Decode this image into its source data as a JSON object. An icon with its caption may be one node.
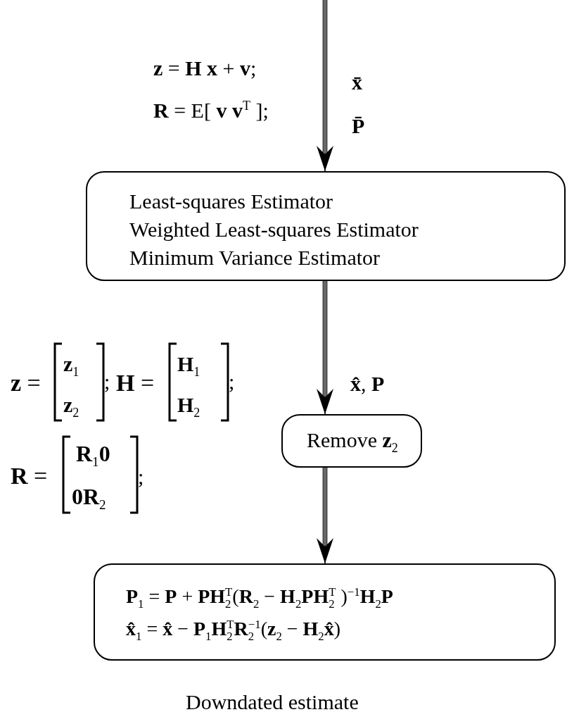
{
  "diagram": {
    "nodes": [
      {
        "text": [
          "Least-squares Estimator",
          "Weighted Least-squares Estimator",
          "Minimum Variance Estimator"
        ]
      },
      {
        "text": [
          "Remove **z**$_{2}$"
        ]
      },
      {
        "text": [
          "**P**$_{1}$ = **P** + **PH**$_{2}$$^{T}$(**R**$_{2}$ − **H**$_{2}$**PH**$_{2}$$^{T}$ )$^{−1}$**H**$_{2}$**P**",
          "**x̂**$_{1}$ = **x̂** − **P**$_{1}$**H**$_{2}$$^{T}$**R**$_{2}$$^{−1}$(**z**$_{2}$ − **H**$_{2}$**x̂**)"
        ],
        "beside": [
          "Downdated estimate"
        ]
      }
    ],
    "edges": [
      {
        "from": null,
        "to": 0,
        "arrow": "to"
      },
      {
        "from": 0,
        "to": 1,
        "arrow": "to"
      },
      {
        "from": 1,
        "to": 2,
        "arrow": "to"
      }
    ],
    "labels": [
      "**z** = **H** **x** + **v**;",
      "**R** = E[ **v** **v**$^{T}$ ];",
      "**x̄**",
      "**P̄**",
      "**z** =",
      "**z**$_{1}$",
      "**z**$_{2}$",
      ";",
      "**H** =",
      "**H**$_{1}$",
      "**H**$_{2}$",
      ";",
      "**x̂**, **P**",
      "**R** =",
      "**R**$_{1}$**0**",
      "**0R**$_{2}$",
      ";"
    ]
  }
}
